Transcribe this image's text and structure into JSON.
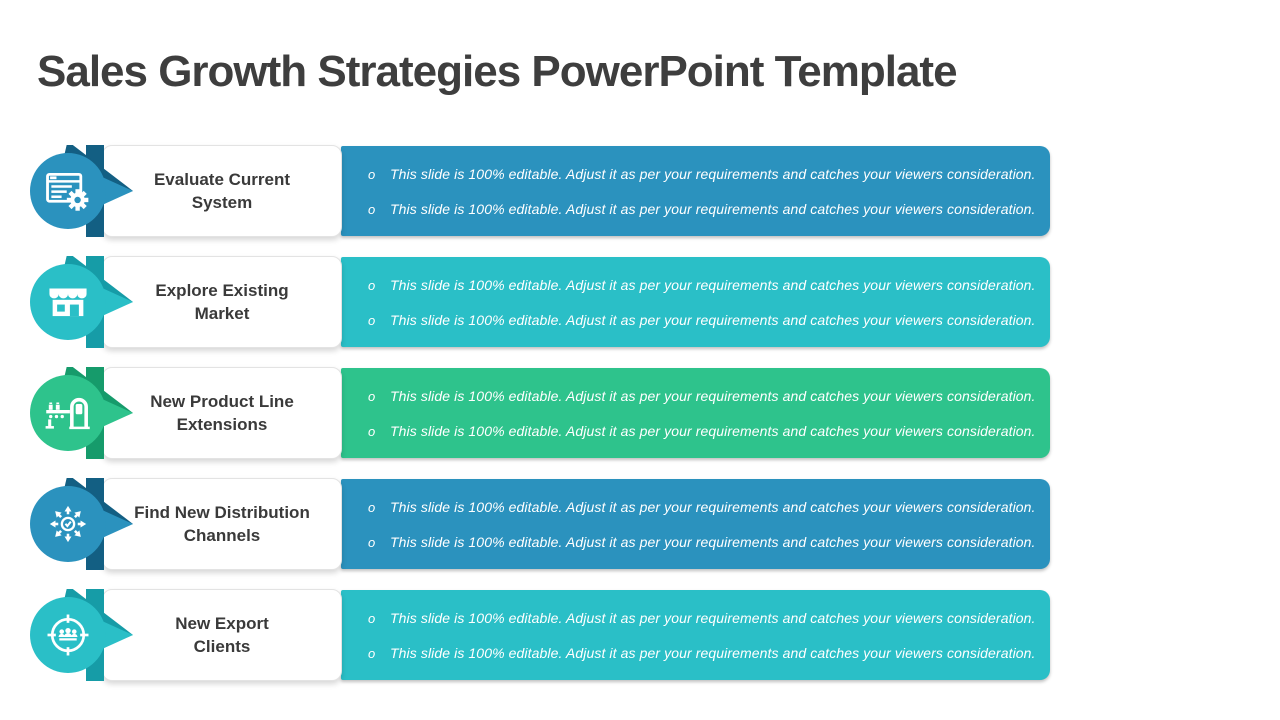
{
  "slide": {
    "title": "Sales Growth Strategies PowerPoint Template",
    "bullet_marker": "o",
    "rows": [
      {
        "label_lines": [
          "Evaluate Current",
          "System"
        ],
        "icon": "system-evaluation-icon",
        "color": "#2B92BE",
        "color_dark": "#135F83",
        "bullets": [
          "This slide is 100% editable. Adjust it as per your requirements and catches your viewers consideration.",
          "This slide is 100% editable. Adjust it as per your requirements and catches your viewers consideration."
        ]
      },
      {
        "label_lines": [
          "Explore Existing",
          "Market"
        ],
        "icon": "store-market-icon",
        "color": "#2ABFC7",
        "color_dark": "#169CA7",
        "bullets": [
          "This slide is 100% editable. Adjust it as per your requirements and catches your viewers consideration.",
          "This slide is 100% editable. Adjust it as per your requirements and catches your viewers consideration."
        ]
      },
      {
        "label_lines": [
          "New Product Line",
          "Extensions"
        ],
        "icon": "production-line-icon",
        "color": "#2EC38C",
        "color_dark": "#169B6B",
        "bullets": [
          "This slide is 100% editable. Adjust it as per your requirements and catches your viewers consideration.",
          "This slide is 100% editable. Adjust it as per your requirements and catches your viewers consideration."
        ]
      },
      {
        "label_lines": [
          "Find New Distribution",
          "Channels"
        ],
        "icon": "distribution-arrows-icon",
        "color": "#2B92BE",
        "color_dark": "#135F83",
        "bullets": [
          "This slide is 100% editable. Adjust it as per your requirements and catches your viewers consideration.",
          "This slide is 100% editable. Adjust it as per your requirements and catches your viewers consideration."
        ]
      },
      {
        "label_lines": [
          "New Export",
          "Clients"
        ],
        "icon": "target-clients-icon",
        "color": "#2ABFC7",
        "color_dark": "#169CA7",
        "bullets": [
          "This slide is 100% editable. Adjust it as per your requirements and catches your viewers consideration.",
          "This slide is 100% editable. Adjust it as per your requirements and catches your viewers consideration."
        ]
      }
    ]
  }
}
